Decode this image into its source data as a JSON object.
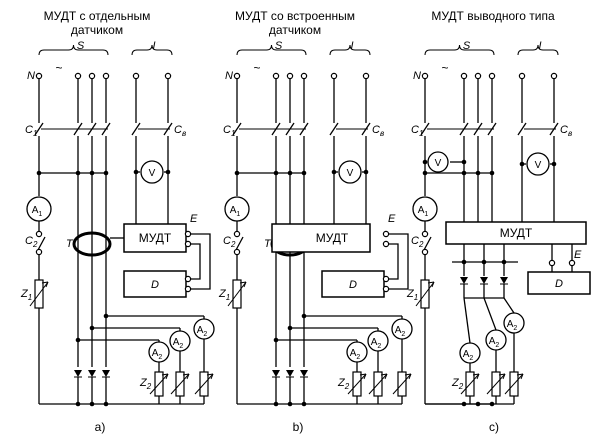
{
  "panels": [
    {
      "title_line1": "МУДТ с отдельным",
      "title_line2": "датчиком",
      "box_label": "МУДТ",
      "detector_label": "D",
      "caption": "a)"
    },
    {
      "title_line1": "МУДТ со встроенным",
      "title_line2": "датчиком",
      "box_label": "МУДТ",
      "detector_label": "D",
      "caption": "b)"
    },
    {
      "title_line1": "МУДТ выводного типа",
      "title_line2": "",
      "box_label": "МУДТ",
      "detector_label": "D",
      "caption": "c)"
    }
  ],
  "labels": {
    "source": "S",
    "load": "I",
    "neutral": "N",
    "tilde": "~",
    "switch_main": "C",
    "switch_main_sub": "1",
    "switch_aux": "C",
    "switch_aux_sub": "в",
    "switch_2": "C",
    "switch_2_sub": "2",
    "voltmeter": "V",
    "ammeter": "A",
    "ammeter_main_sub": "1",
    "ammeter_load_sub": "2",
    "impedance_main": "Z",
    "impedance_main_sub": "1",
    "impedance_load": "Z",
    "impedance_load_sub": "2",
    "transformer": "T",
    "earth": "E"
  }
}
